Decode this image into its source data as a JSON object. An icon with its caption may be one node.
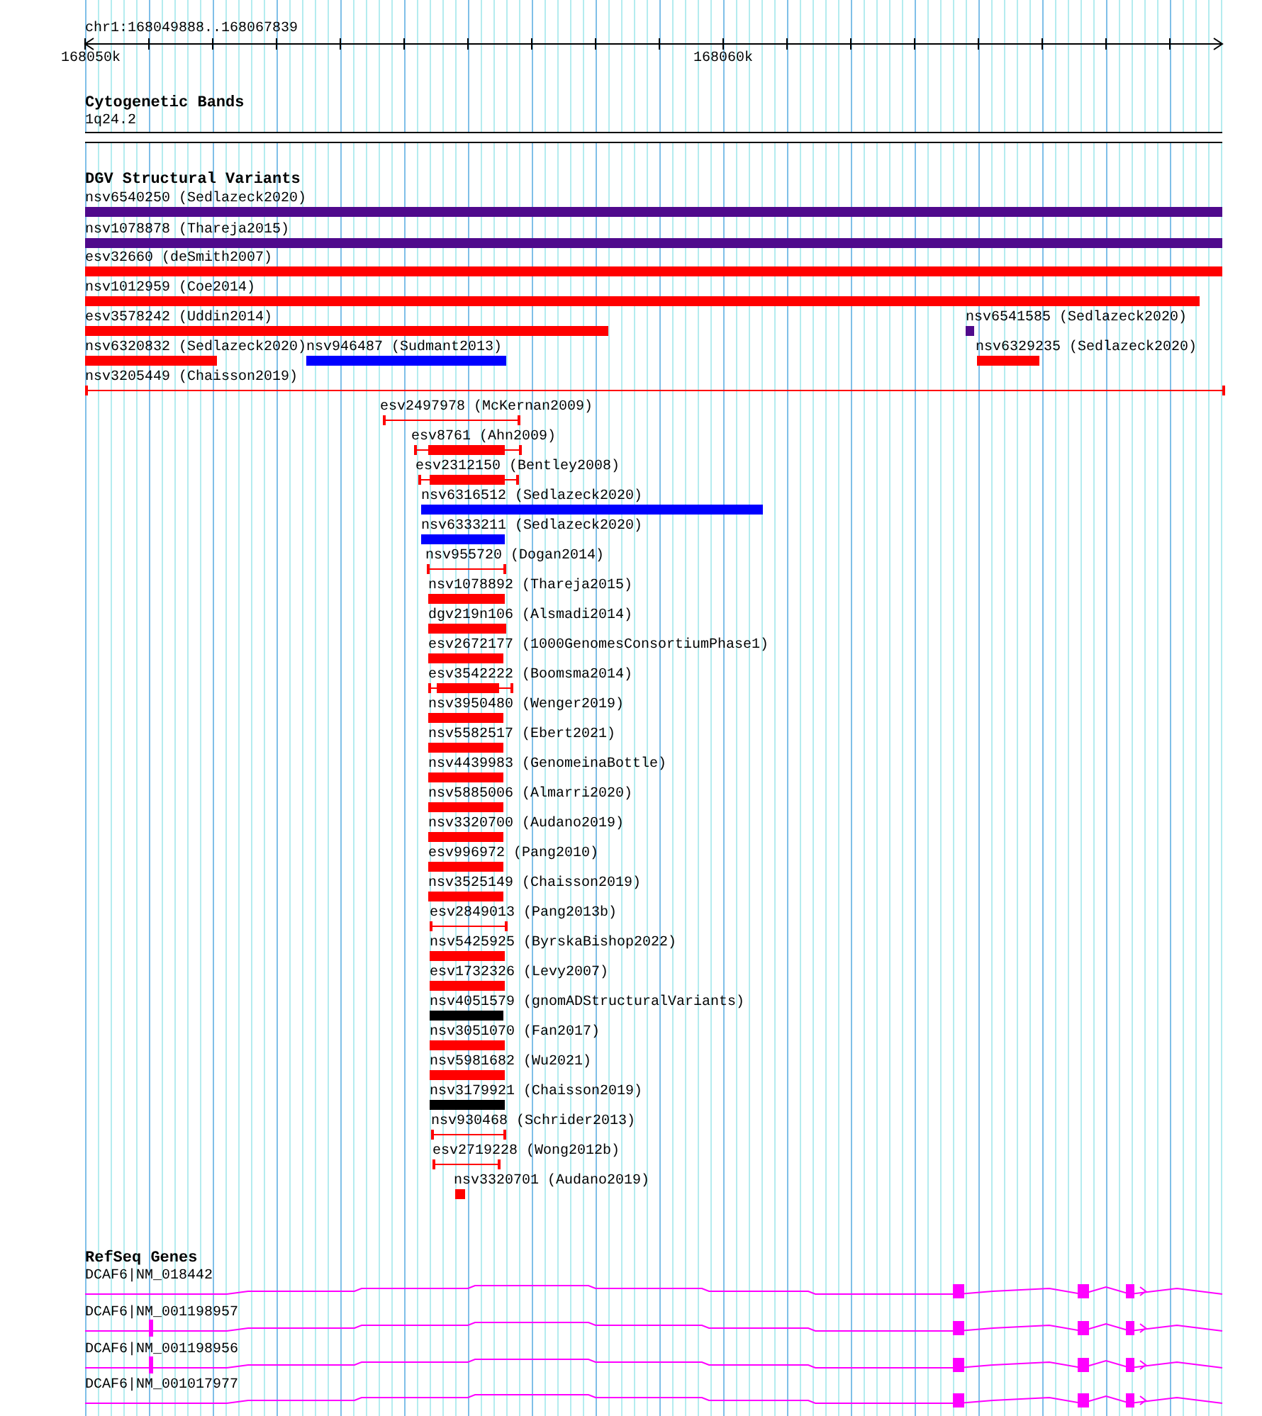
{
  "diagram": {
    "nodes": [
      {
        "text": [
          "nsv6540250 (Sedlazeck2020)"
        ]
      },
      {
        "text": [
          "nsv1078878 (Thareja2015)"
        ]
      },
      {
        "text": [
          "esv32660 (deSmith2007)"
        ]
      },
      {
        "text": [
          "nsv1012959 (Coe2014)"
        ]
      },
      {
        "text": [
          "esv3578242 (Uddin2014)"
        ]
      },
      {
        "text": [
          "nsv6541585 (Sedlazeck2020)"
        ]
      },
      {
        "text": [
          "nsv6320832 (Sedlazeck2020)"
        ]
      },
      {
        "text": [
          "nsv946487 (Sudmant2013)"
        ]
      },
      {
        "text": [
          "nsv6329235 (Sedlazeck2020)"
        ]
      },
      {
        "text": [
          "nsv3205449 (Chaisson2019)"
        ]
      },
      {
        "text": [
          "esv2497978 (McKernan2009)"
        ]
      },
      {
        "text": [
          "esv8761 (Ahn2009)"
        ]
      },
      {
        "text": [
          "esv2312150 (Bentley2008)"
        ]
      },
      {
        "text": [
          "nsv6316512 (Sedlazeck2020)"
        ]
      },
      {
        "text": [
          "nsv6333211 (Sedlazeck2020)"
        ]
      },
      {
        "text": [
          "nsv955720 (Dogan2014)"
        ]
      },
      {
        "text": [
          "nsv1078892 (Thareja2015)"
        ]
      },
      {
        "text": [
          "dgv219n106 (Alsmadi2014)"
        ]
      },
      {
        "text": [
          "esv2672177 (1000GenomesConsortiumPhase1)"
        ]
      },
      {
        "text": [
          "esv3542222 (Boomsma2014)"
        ]
      },
      {
        "text": [
          "nsv3950480 (Wenger2019)"
        ]
      },
      {
        "text": [
          "nsv5582517 (Ebert2021)"
        ]
      },
      {
        "text": [
          "nsv4439983 (GenomeinaBottle)"
        ]
      },
      {
        "text": [
          "nsv5885006 (Almarri2020)"
        ]
      },
      {
        "text": [
          "nsv3320700 (Audano2019)"
        ]
      },
      {
        "text": [
          "esv996972 (Pang2010)"
        ]
      },
      {
        "text": [
          "nsv3525149 (Chaisson2019)"
        ]
      },
      {
        "text": [
          "esv2849013 (Pang2013b)"
        ]
      },
      {
        "text": [
          "nsv5425925 (ByrskaBishop2022)"
        ]
      },
      {
        "text": [
          "esv1732326 (Levy2007)"
        ]
      },
      {
        "text": [
          "nsv4051579 (gnomADStructuralVariants)"
        ]
      },
      {
        "text": [
          "nsv3051070 (Fan2017)"
        ]
      },
      {
        "text": [
          "nsv5981682 (Wu2021)"
        ]
      },
      {
        "text": [
          "nsv3179921 (Chaisson2019)"
        ]
      },
      {
        "text": [
          "nsv930468 (Schrider2013)"
        ]
      },
      {
        "text": [
          "esv2719228 (Wong2012b)"
        ]
      },
      {
        "text": [
          "nsv3320701 (Audano2019)"
        ]
      },
      {
        "text": [
          "DCAF6|NM_018442"
        ]
      },
      {
        "text": [
          "DCAF6|NM_001198957"
        ]
      },
      {
        "text": [
          "DCAF6|NM_001198956"
        ]
      },
      {
        "text": [
          "DCAF6|NM_001017977"
        ]
      }
    ],
    "labels": [
      "chr1:168049888..168067839",
      "168050k",
      "168060k",
      "Cytogenetic Bands",
      "1q24.2",
      "DGV Structural Variants",
      "RefSeq Genes"
    ]
  }
}
